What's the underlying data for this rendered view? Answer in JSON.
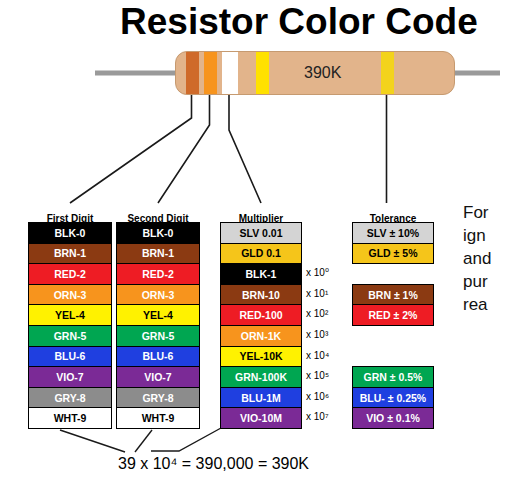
{
  "diagram": {
    "title": "Resistor Color Code",
    "nodes": [
      {
        "text": [
          "390K"
        ]
      },
      {
        "text": [
          "First Digit"
        ]
      },
      {
        "text": [
          "BLK-0"
        ],
        "in": 1
      },
      {
        "text": [
          "BRN-1"
        ],
        "in": 1
      },
      {
        "text": [
          "RED-2"
        ],
        "in": 1
      },
      {
        "text": [
          "ORN-3"
        ],
        "in": 1
      },
      {
        "text": [
          "YEL-4"
        ],
        "in": 1
      },
      {
        "text": [
          "GRN-5"
        ],
        "in": 1
      },
      {
        "text": [
          "BLU-6"
        ],
        "in": 1
      },
      {
        "text": [
          "VIO-7"
        ],
        "in": 1
      },
      {
        "text": [
          "GRY-8"
        ],
        "in": 1
      },
      {
        "text": [
          "WHT-9"
        ],
        "in": 1
      },
      {
        "text": [
          "Second Digit"
        ]
      },
      {
        "text": [
          "BLK-0"
        ],
        "in": 12
      },
      {
        "text": [
          "BRN-1"
        ],
        "in": 12
      },
      {
        "text": [
          "RED-2"
        ],
        "in": 12
      },
      {
        "text": [
          "ORN-3"
        ],
        "in": 12
      },
      {
        "text": [
          "YEL-4"
        ],
        "in": 12
      },
      {
        "text": [
          "GRN-5"
        ],
        "in": 12
      },
      {
        "text": [
          "BLU-6"
        ],
        "in": 12
      },
      {
        "text": [
          "VIO-7"
        ],
        "in": 12
      },
      {
        "text": [
          "GRY-8"
        ],
        "in": 12
      },
      {
        "text": [
          "WHT-9"
        ],
        "in": 12
      },
      {
        "text": [
          "Multiplier"
        ]
      },
      {
        "text": [
          "SLV 0.01"
        ],
        "in": 23
      },
      {
        "text": [
          "GLD 0.1"
        ],
        "in": 23
      },
      {
        "text": [
          "BLK-1"
        ],
        "in": 23
      },
      {
        "text": [
          "BRN-10"
        ],
        "in": 23
      },
      {
        "text": [
          "RED-100"
        ],
        "in": 23
      },
      {
        "text": [
          "ORN-1K"
        ],
        "in": 23
      },
      {
        "text": [
          "YEL-10K"
        ],
        "in": 23
      },
      {
        "text": [
          "GRN-100K"
        ],
        "in": 23
      },
      {
        "text": [
          "BLU-1M"
        ],
        "in": 23
      },
      {
        "text": [
          "VIO-10M"
        ],
        "in": 23
      },
      {
        "text": [
          "Tolerance"
        ]
      },
      {
        "text": [
          "SLV ± 10%"
        ],
        "in": 34
      },
      {
        "text": [
          "GLD ± 5%"
        ],
        "in": 34
      },
      {
        "text": [
          "BRN ± 1%"
        ],
        "in": 34
      },
      {
        "text": [
          "RED ± 2%"
        ],
        "in": 34
      },
      {
        "text": [
          "GRN ± 0.5%"
        ],
        "in": 34
      },
      {
        "text": [
          "BLU- ± 0.25%"
        ],
        "in": 34
      },
      {
        "text": [
          "VIO ± 0.1%"
        ],
        "in": 34
      }
    ],
    "edges": [
      {
        "from": 0,
        "to": 1,
        "arrow": "none"
      },
      {
        "from": 0,
        "to": 12,
        "arrow": "none"
      },
      {
        "from": 0,
        "to": 23,
        "arrow": "none"
      },
      {
        "from": 0,
        "to": 34,
        "arrow": "none"
      }
    ],
    "labels": [
      "x 10⁰",
      "x 10¹",
      "x 10²",
      "x 10³",
      "x 10⁴",
      "x 10⁵",
      "x 10⁶",
      "x 10⁷",
      "For",
      "ign",
      "and",
      "pur",
      "rea",
      "39 x 10⁴ = 390,000 = 390K"
    ]
  }
}
